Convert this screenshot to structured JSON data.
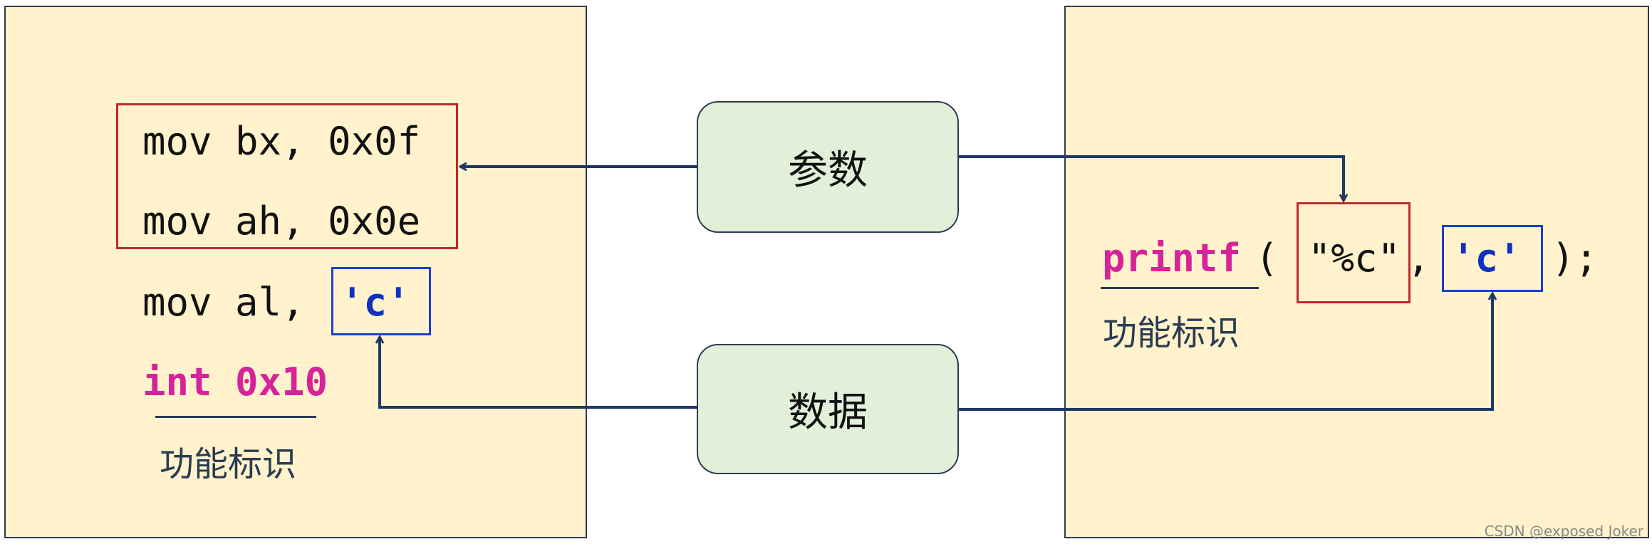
{
  "left": {
    "line1": "mov bx, 0x0f",
    "line2": "mov ah, 0x0e",
    "line3_prefix": "mov al, ",
    "line3_char": "'c'",
    "int_kw": "int 0x10",
    "func_label": "功能标识"
  },
  "center": {
    "params_label": "参数",
    "data_label": "数据"
  },
  "right": {
    "printf_kw": "printf",
    "open_paren": "(",
    "format_str": "\"%c\"",
    "comma": ",",
    "char_arg": "'c'",
    "close": ");",
    "func_label": "功能标识"
  },
  "footer": {
    "credit": "CSDN @exposed Joker"
  },
  "colors": {
    "panel_bg": "#fff2cc",
    "bubble_bg": "#e2efd9",
    "keyword": "#d6239a",
    "string": "#1030c0",
    "red_box": "#c0282a",
    "blue_box": "#1a3fd0",
    "arrow": "#1f3864"
  }
}
